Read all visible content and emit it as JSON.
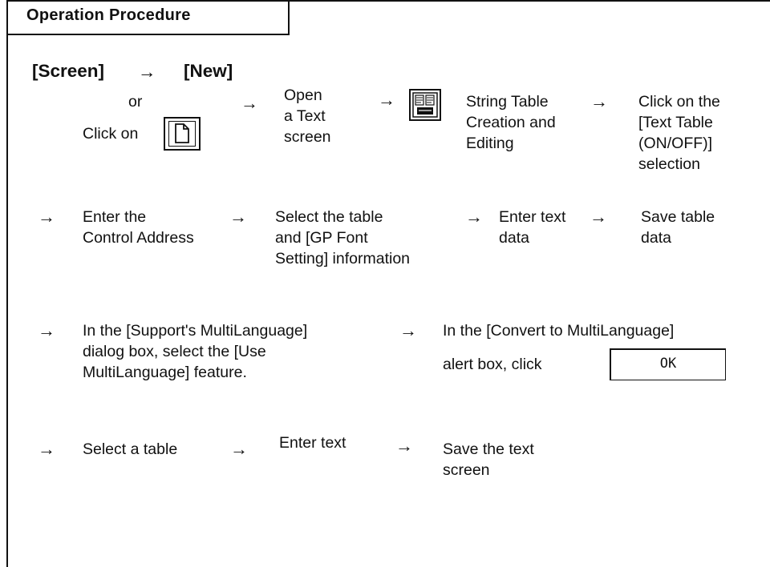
{
  "header": {
    "title": "Operation Procedure"
  },
  "menu_path": {
    "screen": "[Screen]",
    "arrow": "→",
    "new": "[New]"
  },
  "text": {
    "or": "or",
    "click_on": "Click on",
    "open_1": "Open",
    "open_2": "a Text",
    "open_3": "screen",
    "string_1": "String Table",
    "string_2": "Creation and",
    "string_3": "Editing",
    "click_1": "Click on the",
    "click_2": "[Text Table",
    "click_3": "(ON/OFF)]",
    "click_4": "selection",
    "enter_1": "Enter the",
    "enter_2": "Control Address",
    "select_1": "Select the table",
    "select_2": "and [GP Font",
    "select_3": "Setting] information",
    "entertext_1": "Enter text",
    "entertext_2": "data",
    "save_1": "Save table",
    "save_2": "data",
    "support_1": "In the [Support's MultiLanguage]",
    "support_2": "dialog box, select the [Use",
    "support_3": "MultiLanguage] feature.",
    "convert_1": "In the [Convert to MultiLanguage]",
    "convert_2": "alert box, click",
    "select_table": "Select a table",
    "enter_text": "Enter text",
    "save_text_1": "Save the text",
    "save_text_2": "screen"
  },
  "ok_button": {
    "label": "OK"
  },
  "icons": {
    "new": "new-document-icon",
    "table": "string-table-icon"
  },
  "arrow": "→"
}
